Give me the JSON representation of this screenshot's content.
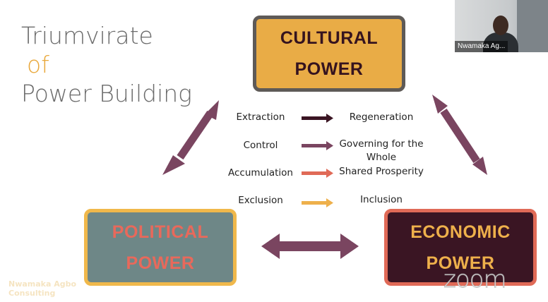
{
  "slide": {
    "title_line1": "Triumvirate",
    "title_line2": "of",
    "title_line3": "Power Building",
    "boxes": {
      "cultural": [
        "CULTURAL",
        "POWER"
      ],
      "political": [
        "POLITICAL",
        "POWER"
      ],
      "economic": [
        "ECONOMIC",
        "POWER"
      ]
    },
    "transitions": [
      {
        "from": "Extraction",
        "to": "Regeneration",
        "color": "#3a1523"
      },
      {
        "from": "Control",
        "to": "Governing for the Whole",
        "color": "#7a4560"
      },
      {
        "from": "Accumulation",
        "to": "Shared Prosperity",
        "color": "#e06a57"
      },
      {
        "from": "Exclusion",
        "to": "Inclusion",
        "color": "#eeb04b"
      }
    ],
    "brand_line1": "Nwamaka Agbo",
    "brand_line2": "Consulting"
  },
  "zoom": {
    "logo_text": "zoom",
    "participant_name": "Nwamaka Ag..."
  },
  "colors": {
    "arrow_main": "#7a4560",
    "accent_gold": "#e9ac46",
    "accent_coral": "#e06a57"
  }
}
